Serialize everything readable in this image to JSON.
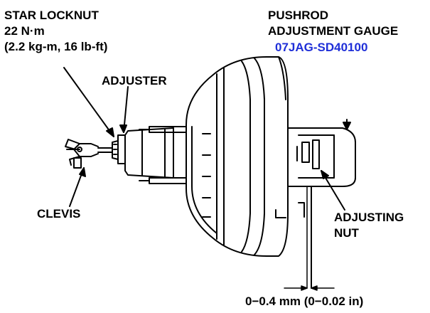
{
  "colors": {
    "ink": "#000000",
    "tool_number": "#1f2fd8",
    "background": "#ffffff"
  },
  "labels": {
    "star_locknut_title": "STAR LOCKNUT",
    "star_locknut_torque": "22 N·m",
    "star_locknut_torque_alt": "(2.2 kg-m, 16 lb-ft)",
    "adjuster": "ADJUSTER",
    "clevis": "CLEVIS",
    "gauge_line1": "PUSHROD",
    "gauge_line2": "ADJUSTMENT GAUGE",
    "gauge_tool_number": "07JAG-SD40100",
    "adjusting_nut_line1": "ADJUSTING",
    "adjusting_nut_line2": "NUT",
    "clearance": "0−0.4 mm (0−0.02 in)"
  }
}
